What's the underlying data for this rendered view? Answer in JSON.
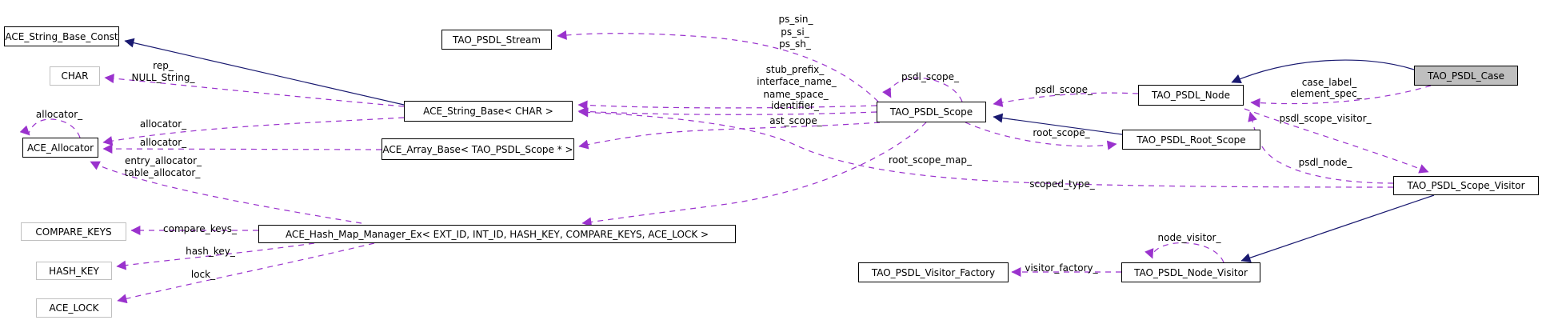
{
  "diagram": {
    "kind": "doxygen-collaboration-graph",
    "focus_class": "TAO_PSDL_Case"
  },
  "colors": {
    "inheritance_edge": "#191970",
    "usage_edge": "#9a32cd",
    "box_border": "#000000",
    "template_box_border": "#c0c0c0",
    "focus_box_fill": "#bfbfbf",
    "background": "#ffffff"
  },
  "nodes": {
    "ace_string_base_const": {
      "label": "ACE_String_Base_Const"
    },
    "char_param": {
      "label": "CHAR"
    },
    "ace_allocator": {
      "label": "ACE_Allocator"
    },
    "compare_keys_param": {
      "label": "COMPARE_KEYS"
    },
    "hash_key_param": {
      "label": "HASH_KEY"
    },
    "ace_lock_param": {
      "label": "ACE_LOCK"
    },
    "tao_psdl_stream": {
      "label": "TAO_PSDL_Stream"
    },
    "ace_string_base": {
      "label": "ACE_String_Base< CHAR >"
    },
    "ace_array_base": {
      "label": "ACE_Array_Base< TAO_PSDL_Scope * >"
    },
    "ace_hash_map": {
      "label": "ACE_Hash_Map_Manager_Ex< EXT_ID, INT_ID, HASH_KEY, COMPARE_KEYS, ACE_LOCK >"
    },
    "tao_psdl_scope": {
      "label": "TAO_PSDL_Scope"
    },
    "tao_psdl_node": {
      "label": "TAO_PSDL_Node"
    },
    "tao_psdl_case": {
      "label": "TAO_PSDL_Case"
    },
    "tao_psdl_root_scope": {
      "label": "TAO_PSDL_Root_Scope"
    },
    "tao_psdl_scope_visitor": {
      "label": "TAO_PSDL_Scope_Visitor"
    },
    "tao_psdl_visitor_factory": {
      "label": "TAO_PSDL_Visitor_Factory"
    },
    "tao_psdl_node_visitor": {
      "label": "TAO_PSDL_Node_Visitor"
    }
  },
  "edge_labels": {
    "rep": {
      "text": "rep_"
    },
    "null_string": {
      "text": "NULL_String_"
    },
    "allocator_self": {
      "text": "allocator_"
    },
    "allocator_string_base": {
      "text": "allocator_"
    },
    "allocator_array_base": {
      "text": "allocator_"
    },
    "entry_allocator": {
      "text": "entry_allocator_"
    },
    "table_allocator": {
      "text": "table_allocator_"
    },
    "compare_keys": {
      "text": "compare_keys_"
    },
    "hash_key": {
      "text": "hash_key_"
    },
    "lock": {
      "text": "lock_"
    },
    "ps_sin": {
      "text": "ps_sin_"
    },
    "ps_si": {
      "text": "ps_si_"
    },
    "ps_sh": {
      "text": "ps_sh_"
    },
    "stub_prefix": {
      "text": "stub_prefix_"
    },
    "interface_name": {
      "text": "interface_name_"
    },
    "name_space": {
      "text": "name_space_"
    },
    "identifier": {
      "text": "identifier_"
    },
    "ast_scope": {
      "text": "ast_scope_"
    },
    "psdl_scope_self": {
      "text": "psdl_scope_"
    },
    "psdl_scope_node": {
      "text": "psdl_scope_"
    },
    "root_scope": {
      "text": "root_scope_"
    },
    "root_scope_map": {
      "text": "root_scope_map_"
    },
    "scoped_type": {
      "text": "scoped_type_"
    },
    "case_label": {
      "text": "case_label_"
    },
    "element_spec": {
      "text": "element_spec_"
    },
    "psdl_scope_visitor": {
      "text": "psdl_scope_visitor_"
    },
    "psdl_node": {
      "text": "psdl_node_"
    },
    "node_visitor": {
      "text": "node_visitor_"
    },
    "visitor_factory": {
      "text": "visitor_factory_"
    }
  }
}
